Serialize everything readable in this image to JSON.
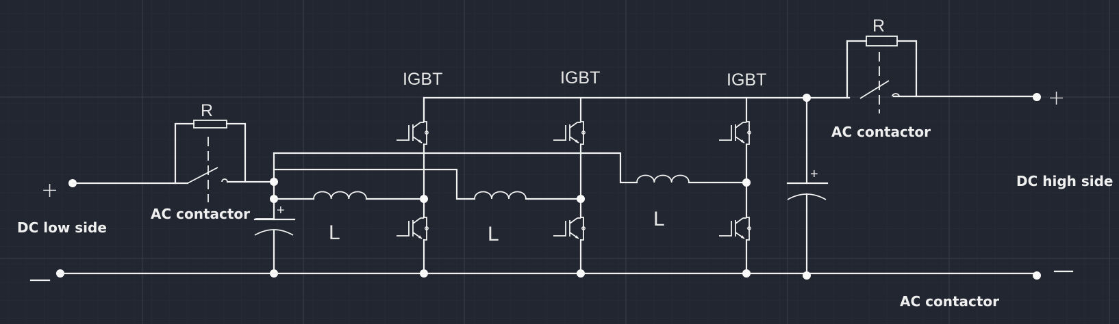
{
  "diagram": {
    "type": "bidirectional DC-DC converter schematic (3-phase interleaved)",
    "colors": {
      "background": "#212630",
      "wire": "#f2f2f2",
      "grid_major": "#353b47",
      "grid_minor": "#262b36"
    },
    "labels": {
      "dc_low_side": "DC low side",
      "dc_high_side": "DC high side",
      "contactor_left": "AC contactor",
      "contactor_right": "AC contactor",
      "contactor_bottom": "AC contactor",
      "resistor_left": "R",
      "resistor_right": "R",
      "igbt_1": "IGBT",
      "igbt_2": "IGBT",
      "igbt_3": "IGBT",
      "inductor_1": "L",
      "inductor_2": "L",
      "inductor_3": "L",
      "cap_left_polarity": "+",
      "cap_right_polarity": "+",
      "low_plus": "+",
      "low_minus": "—",
      "high_plus": "+",
      "high_minus": "—"
    },
    "components": [
      {
        "id": "terminal-low-plus",
        "kind": "terminal"
      },
      {
        "id": "terminal-low-minus",
        "kind": "terminal"
      },
      {
        "id": "contactor-low",
        "kind": "AC contactor with precharge resistor R"
      },
      {
        "id": "cap-low",
        "kind": "polarized capacitor"
      },
      {
        "id": "leg-1",
        "kind": "IGBT half-bridge",
        "inductor": "L"
      },
      {
        "id": "leg-2",
        "kind": "IGBT half-bridge",
        "inductor": "L"
      },
      {
        "id": "leg-3",
        "kind": "IGBT half-bridge",
        "inductor": "L"
      },
      {
        "id": "cap-high",
        "kind": "polarized capacitor"
      },
      {
        "id": "contactor-high",
        "kind": "AC contactor with precharge resistor R"
      },
      {
        "id": "terminal-high-plus",
        "kind": "terminal"
      },
      {
        "id": "terminal-high-minus",
        "kind": "terminal"
      }
    ]
  }
}
